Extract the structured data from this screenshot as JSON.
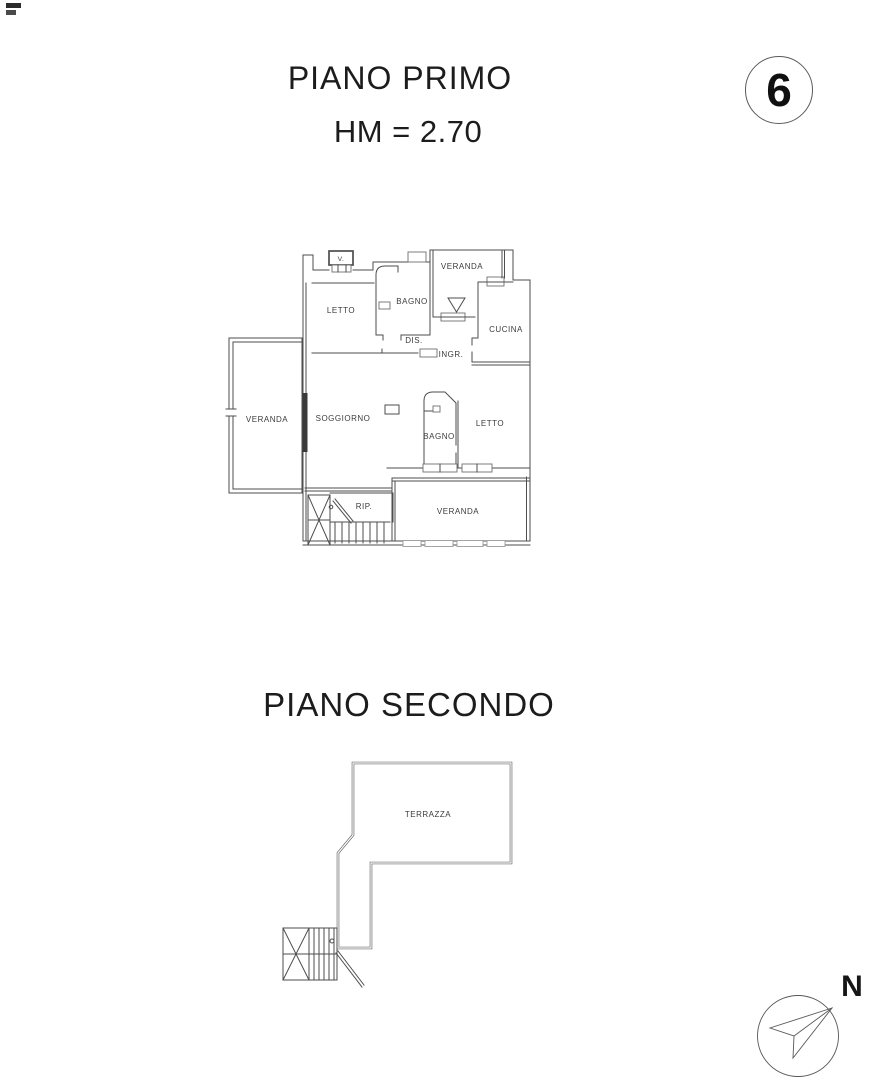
{
  "page": {
    "floor1_title": "PIANO PRIMO",
    "floor1_height_note": "HM = 2.70",
    "floor2_title": "PIANO SECONDO",
    "sheet_number": "6",
    "compass_north_label": "N"
  },
  "floor1_rooms": {
    "v_small": "V.",
    "letto_nw": "LETTO",
    "bagno_n": "BAGNO",
    "veranda_ne": "VERANDA",
    "cucina": "CUCINA",
    "dis": "DIS.",
    "ingr": "INGR.",
    "soggiorno": "SOGGIORNO",
    "veranda_w": "VERANDA",
    "bagno_c": "BAGNO",
    "letto_e": "LETTO",
    "rip": "RIP.",
    "veranda_s": "VERANDA"
  },
  "floor2_rooms": {
    "terrazza": "TERRAZZA"
  }
}
